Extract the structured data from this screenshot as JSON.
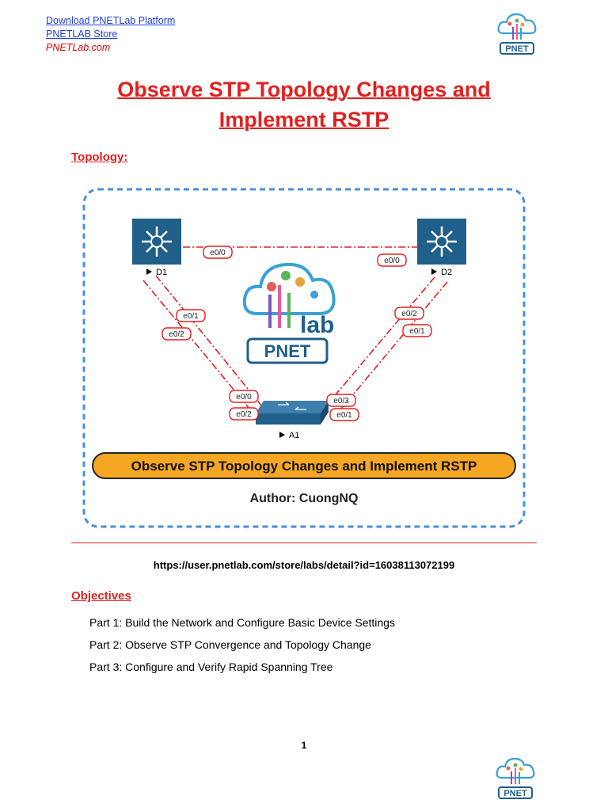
{
  "header": {
    "links": [
      {
        "label": "Download PNETLab Platform"
      },
      {
        "label": "PNETLAB Store"
      },
      {
        "label": "PNETLab.com"
      }
    ]
  },
  "logo": {
    "text": "PNET",
    "lab_text": "lab"
  },
  "title": {
    "line1": "Observe STP Topology Changes and",
    "line2": "Implement RSTP"
  },
  "topology": {
    "heading": "Topology:",
    "devices": [
      {
        "name": "D1"
      },
      {
        "name": "D2"
      },
      {
        "name": "A1"
      }
    ],
    "port_labels": {
      "d1_d2_left": "e0/0",
      "d1_d2_right": "e0/0",
      "d1_a": "e0/1",
      "d1_b": "e0/2",
      "d2_a": "e0/2",
      "d2_b": "e0/1",
      "a1_left_top": "e0/0",
      "a1_left_bottom": "e0/2",
      "a1_right_top": "e0/3",
      "a1_right_bottom": "e0/1"
    },
    "banner": "Observe STP Topology Changes and Implement RSTP",
    "author": "Author: CuongNQ",
    "colors": {
      "link": "#e02020",
      "frame": "#4a8fd6",
      "switch": "#1f5f8a",
      "banner": "#f5a623"
    }
  },
  "url": "https://user.pnetlab.com/store/labs/detail?id=16038113072199",
  "objectives": {
    "heading": "Objectives",
    "items": [
      "Part 1: Build the Network and Configure Basic Device Settings",
      "Part 2: Observe STP Convergence and Topology Change",
      "Part 3: Configure and Verify Rapid Spanning Tree"
    ]
  },
  "page_number": "1"
}
